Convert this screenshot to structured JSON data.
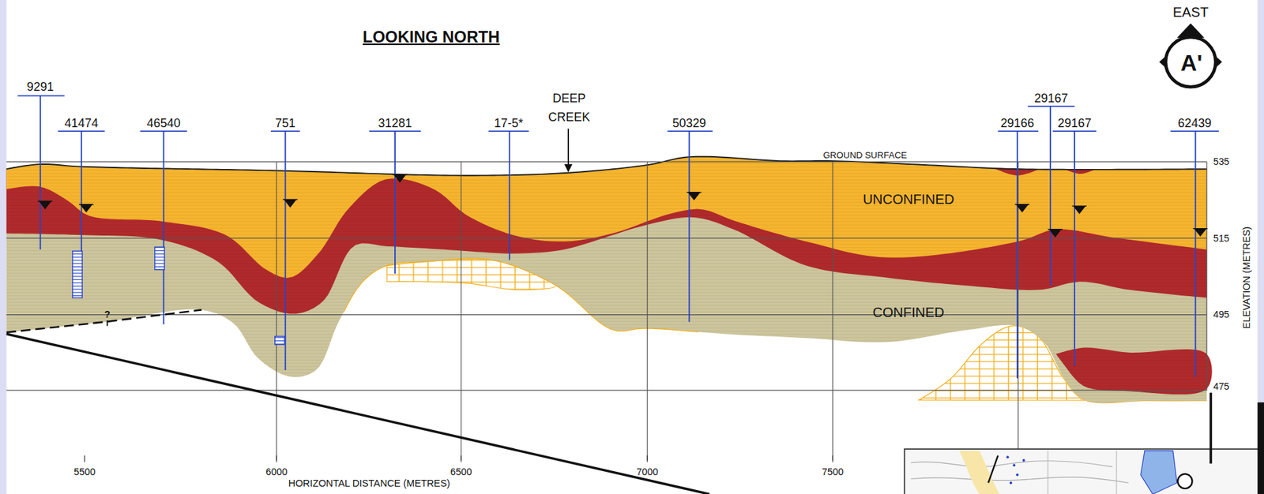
{
  "diagram": {
    "title": "LOOKING NORTH",
    "labels": [
      "EAST",
      "A'",
      "9291",
      "41474",
      "46540",
      "751",
      "31281",
      "17-5*",
      "DEEP CREEK",
      "50329",
      "29167",
      "29166",
      "29167",
      "62439",
      "GROUND SURFACE",
      "535",
      "UNCONFINED",
      "515",
      "495",
      "CONFINED",
      "475",
      "ELEVATION (METRES)",
      "?",
      "5500",
      "6000",
      "6500",
      "7000",
      "7500",
      "HORIZONTAL DISTANCE (METRES)"
    ]
  }
}
